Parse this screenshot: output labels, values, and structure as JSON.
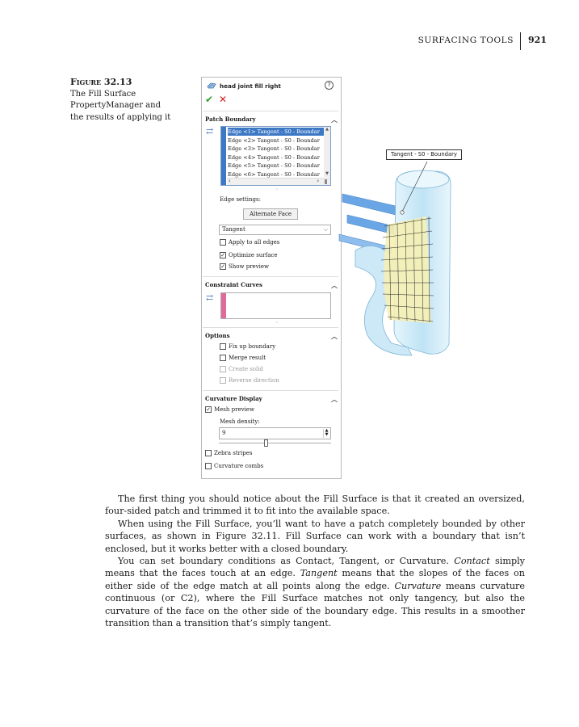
{
  "header": {
    "section": "SURFACING TOOLS",
    "page_number": "921"
  },
  "figure": {
    "label": "Figure 32.13",
    "caption": "The Fill Surface PropertyManager and the results of applying it"
  },
  "property_manager": {
    "title": "head joint fill right",
    "help": "?",
    "ok": "✔",
    "cancel": "✕",
    "patch_boundary": {
      "heading": "Patch Boundary",
      "edges": [
        "Edge <1> Tangent - S0 - Boundar",
        "Edge <2> Tangent - S0 - Boundar",
        "Edge <3> Tangent - S0 - Boundar",
        "Edge <4> Tangent - S0 - Boundar",
        "Edge <5> Tangent - S0 - Boundar",
        "Edge <6> Tangent - S0 - Boundar"
      ],
      "edge_settings_label": "Edge settings:",
      "alternate_face_button": "Alternate Face",
      "condition_value": "Tangent",
      "apply_to_all": "Apply to all edges",
      "optimize_surface": "Optimize surface",
      "show_preview": "Show preview"
    },
    "constraint_curves": {
      "heading": "Constraint Curves"
    },
    "options": {
      "heading": "Options",
      "fix_up_boundary": "Fix up boundary",
      "merge_result": "Merge result",
      "create_solid": "Create solid",
      "reverse_direction": "Reverse direction"
    },
    "curvature_display": {
      "heading": "Curvature Display",
      "mesh_preview": "Mesh preview",
      "mesh_density_label": "Mesh density:",
      "mesh_density_value": "9",
      "zebra_stripes": "Zebra stripes",
      "curvature_combs": "Curvature combs"
    }
  },
  "callout": "Tangent - S0 - Boundary",
  "body": {
    "p1": "The first thing you should notice about the Fill Surface is that it created an oversized, four-sided patch and trimmed it to fit into the available space.",
    "p2": "When using the Fill Surface, you’ll want to have a patch completely bounded by other surfaces, as shown in Figure 32.11. Fill Surface can work with a boundary that isn’t enclosed, but it works better with a closed boundary.",
    "p3_a": "You can set boundary conditions as Contact, Tangent, or Curvature. ",
    "p3_contact": "Contact",
    "p3_b": " simply means that the faces touch at an edge. ",
    "p3_tangent": "Tangent",
    "p3_c": " means that the slopes of the faces on either side of the edge match at all points along the edge. ",
    "p3_curvature": "Curvature",
    "p3_d": " means curvature continuous (or C2), where the Fill Surface matches not only tangency, but also the curvature of the face on the other side of the boundary edge. This results in a smoother transition than a transition that’s simply tangent."
  },
  "colors": {
    "selection_blue": "#3d78c5",
    "ok_green": "#2e9e2e",
    "cancel_red": "#d02020",
    "constraint_pink": "#e06a9a",
    "model_surface": "#bfe3f5",
    "patch_yellow": "#f6f0b4"
  }
}
